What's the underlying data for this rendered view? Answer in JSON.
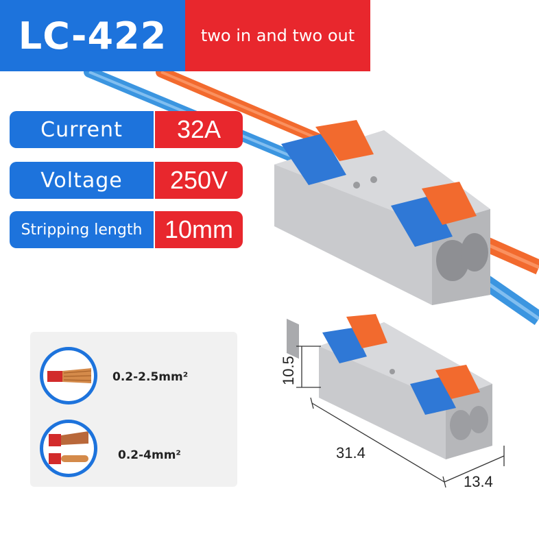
{
  "header": {
    "model": "LC-422",
    "tagline": "two in and two out"
  },
  "specs": [
    {
      "label": "Current",
      "value": "32A"
    },
    {
      "label": "Voltage",
      "value": "250V"
    },
    {
      "label": "Stripping length",
      "value": "10mm"
    }
  ],
  "wire_sizes": [
    {
      "icon": "stranded-wire-icon",
      "text": "0.2-2.5mm²"
    },
    {
      "icon": "solid-wire-icon",
      "text": "0.2-4mm²"
    }
  ],
  "dimensions": {
    "height": "10.5",
    "length": "31.4",
    "width": "13.4"
  },
  "colors": {
    "blue": "#1d73dc",
    "red": "#e8272d",
    "wire_orange": "#f26a2e",
    "wire_blue": "#3b95e0",
    "body_gray": "#c9cacd"
  }
}
